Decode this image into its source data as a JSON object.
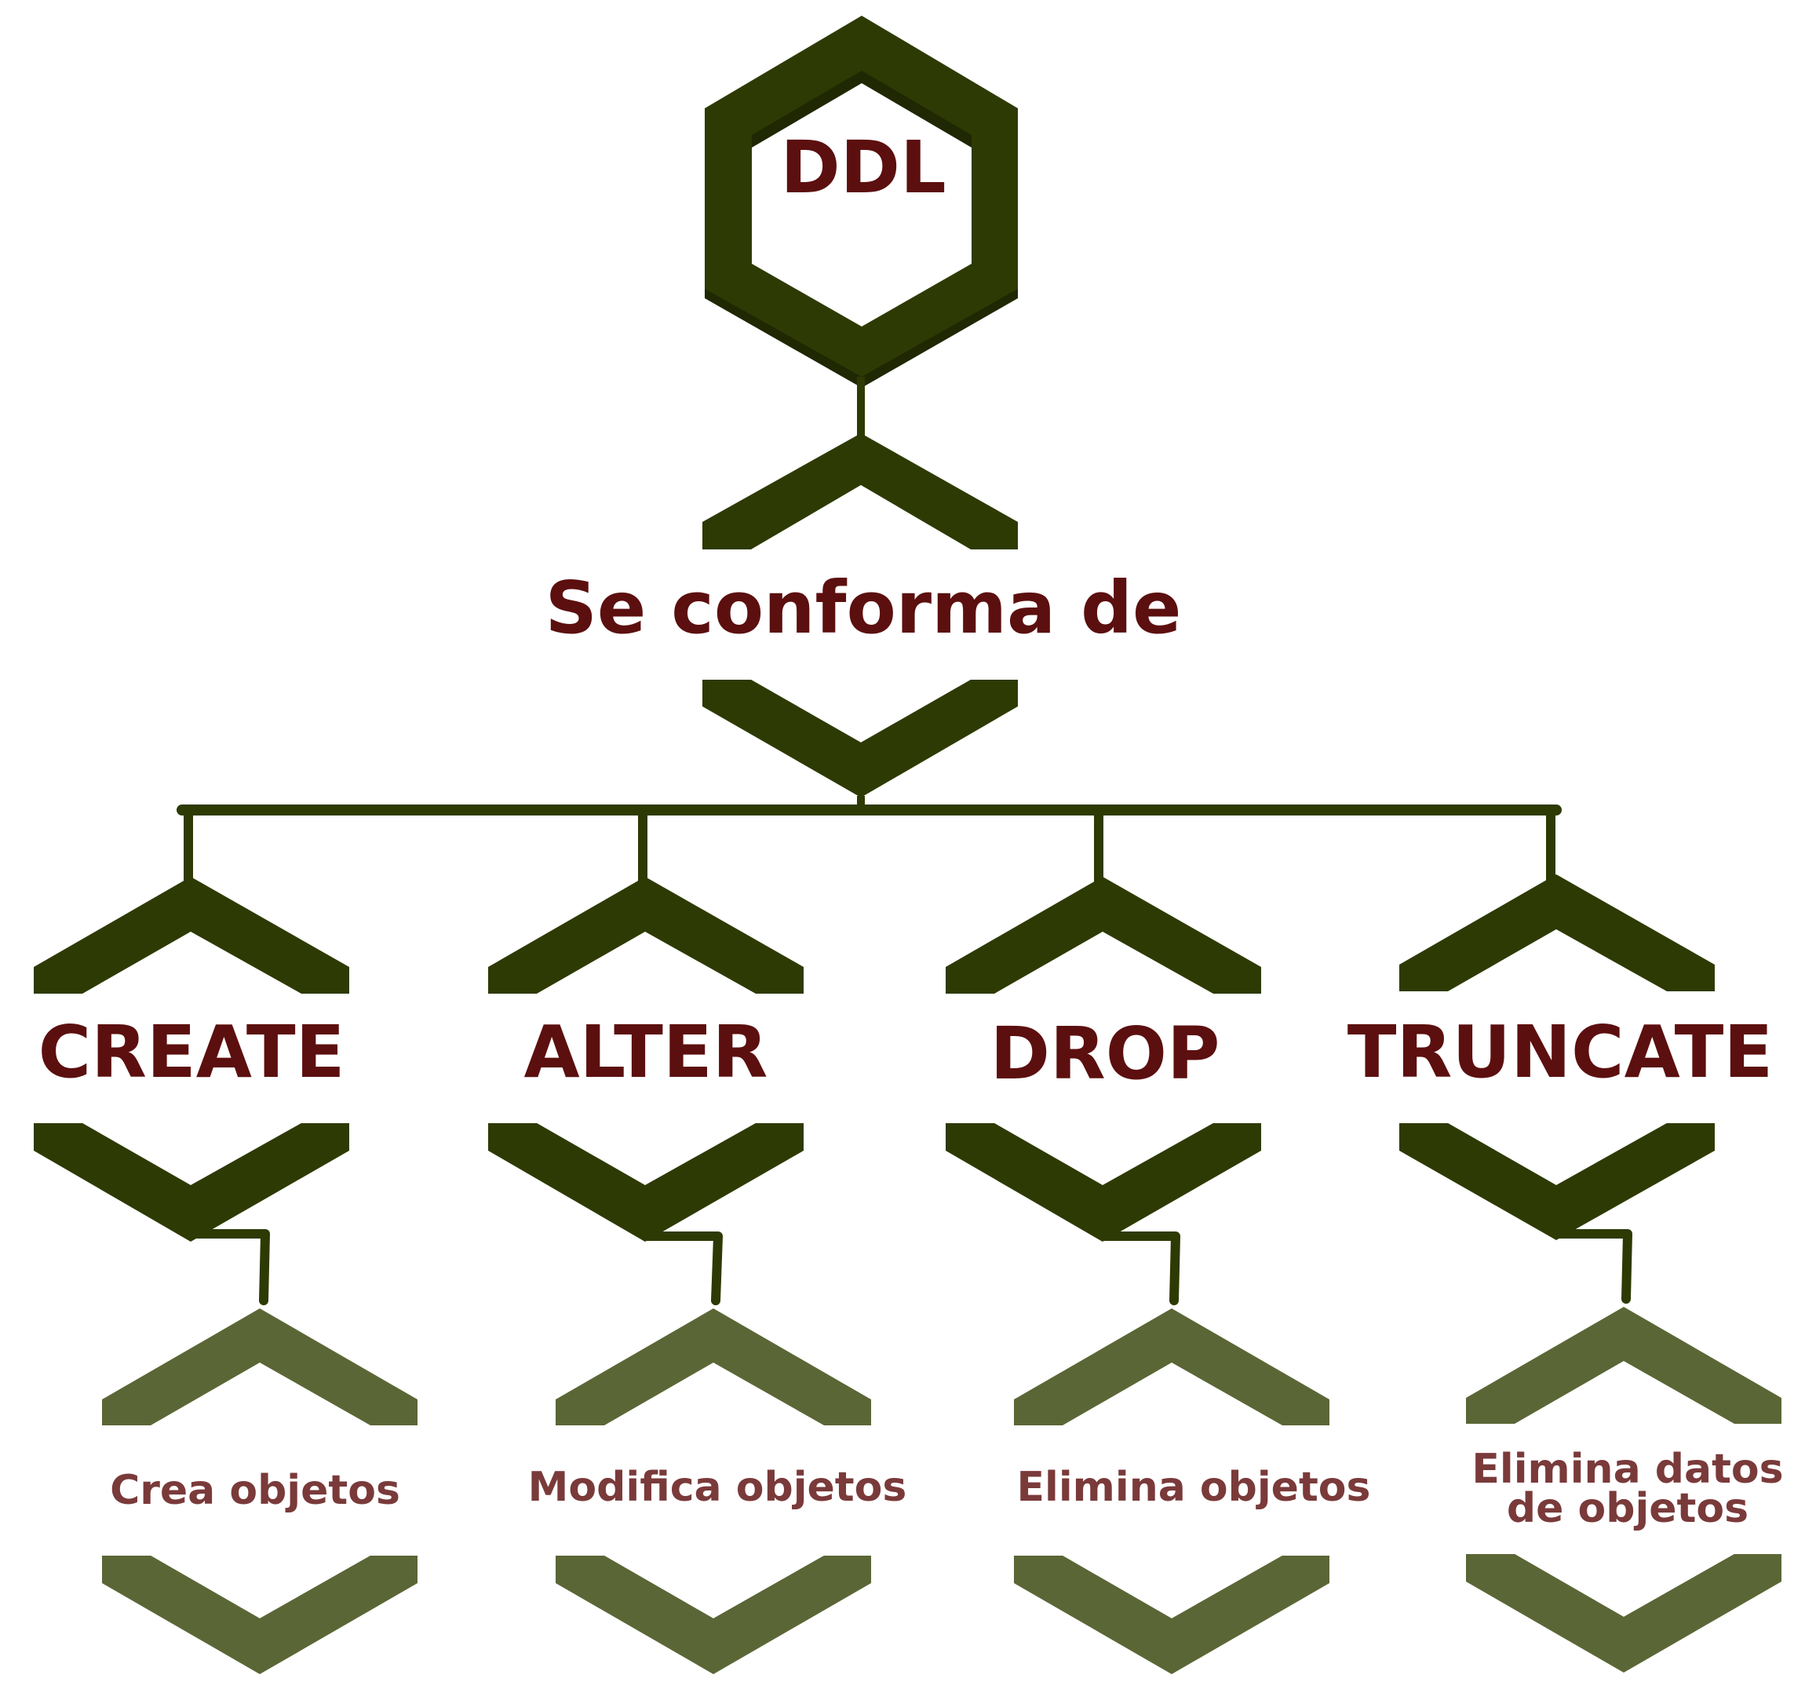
{
  "colors": {
    "primary_green": "#2e3a03",
    "shadow_green": "#1f2802",
    "light_green": "#5b6636",
    "light_shadow": "#323b12",
    "title_text": "#5c0f0f",
    "desc_text": "#7a3a3a",
    "background": "#ffffff"
  },
  "root": {
    "label": "DDL",
    "shape": "hexagon"
  },
  "connector": {
    "label": "Se conforma de"
  },
  "commands": [
    {
      "name": "CREATE",
      "description": [
        "Crea objetos"
      ]
    },
    {
      "name": "ALTER",
      "description": [
        "Modifica objetos"
      ]
    },
    {
      "name": "DROP",
      "description": [
        "Elimina objetos"
      ]
    },
    {
      "name": "TRUNCATE",
      "description": [
        "Elimina datos",
        "de objetos"
      ]
    }
  ]
}
